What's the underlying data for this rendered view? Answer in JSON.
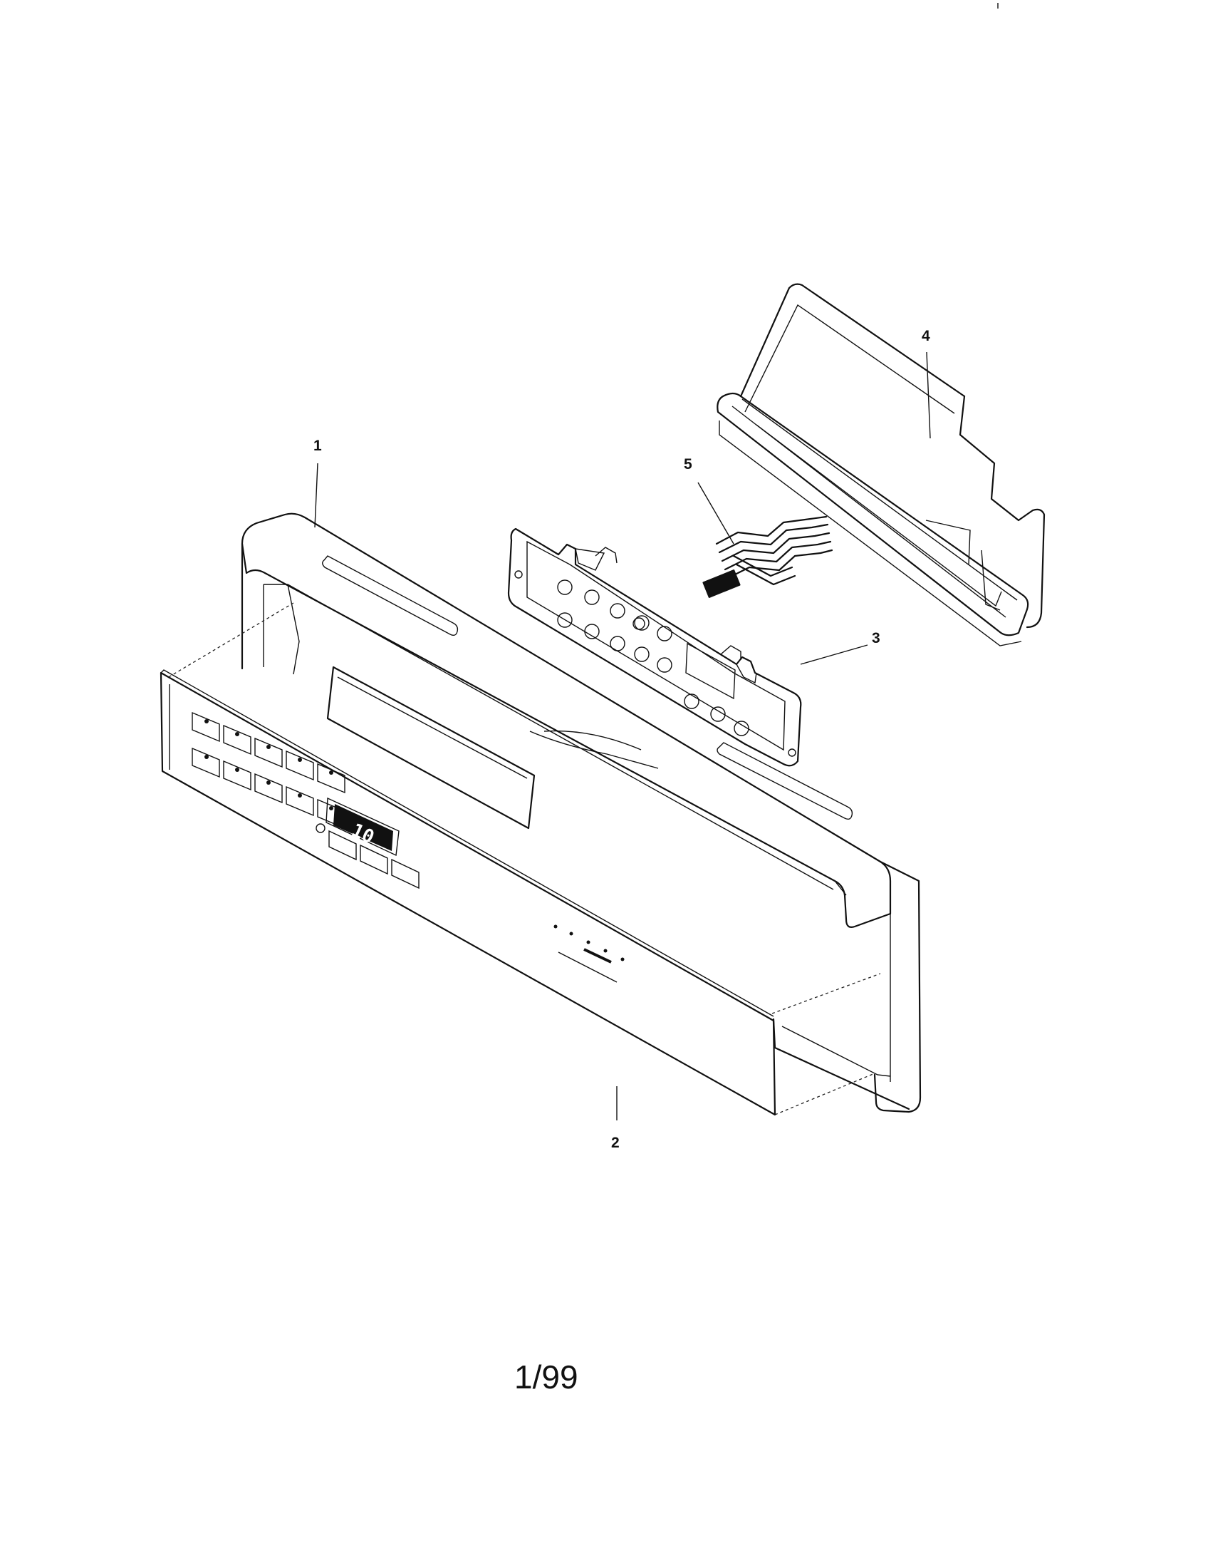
{
  "diagram": {
    "callouts": [
      {
        "id": "1",
        "label": "1"
      },
      {
        "id": "2",
        "label": "2"
      },
      {
        "id": "3",
        "label": "3"
      },
      {
        "id": "4",
        "label": "4"
      },
      {
        "id": "5",
        "label": "5"
      }
    ],
    "display_readout": "10",
    "footer_code": "1/99"
  }
}
